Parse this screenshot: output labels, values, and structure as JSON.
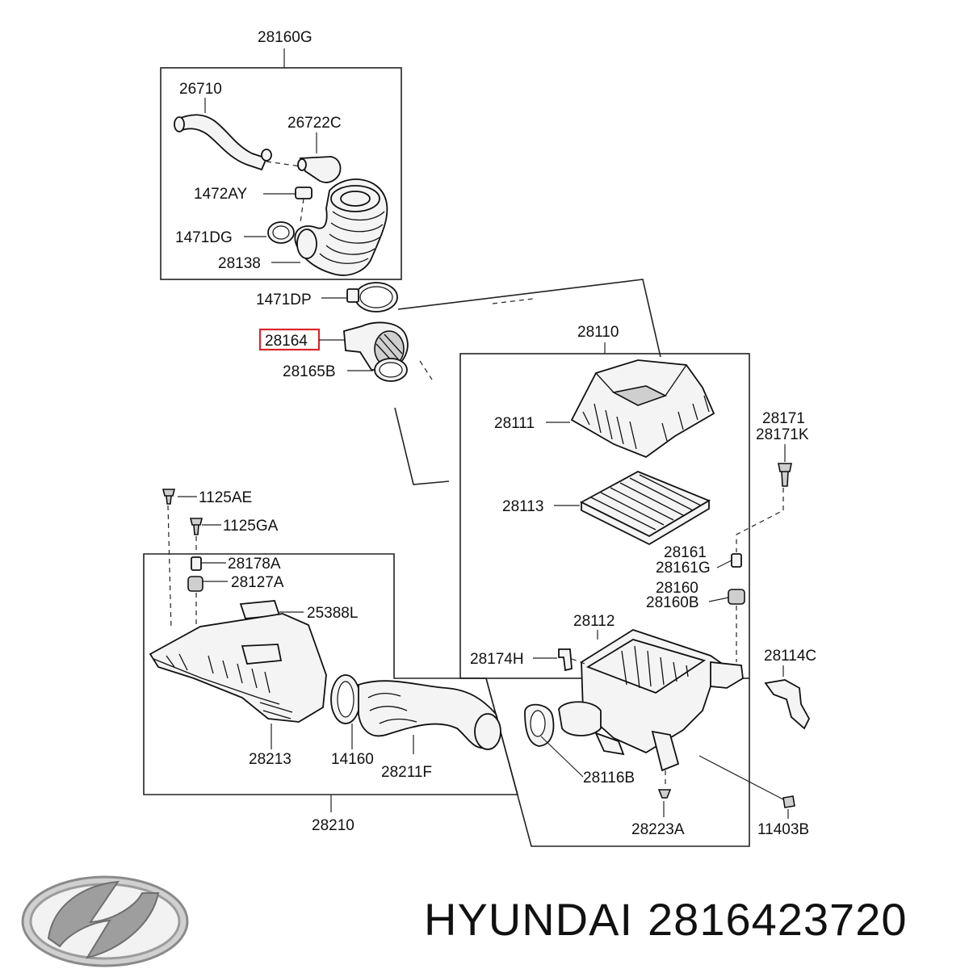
{
  "labels": {
    "assy_top": "28160G",
    "hose_26710": "26710",
    "valve_26722C": "26722C",
    "clip_1472AY": "1472AY",
    "clamp_1471DG": "1471DG",
    "hose_28138": "28138",
    "clamp_1471DP": "1471DP",
    "sensor_28164": "28164",
    "gasket_28165B": "28165B",
    "assy_28110": "28110",
    "cover_28111": "28111",
    "filter_28113": "28113",
    "bolt_28171": "28171",
    "bolt_28171K": "28171K",
    "bush_28161": "28161",
    "bush_28161G": "28161G",
    "grommet_28160": "28160",
    "grommet_28160B": "28160B",
    "body_28112": "28112",
    "clip_28174H": "28174H",
    "bracket_28114C": "28114C",
    "bolt_1125AE": "1125AE",
    "bolt_1125GA": "1125GA",
    "bush_28178A": "28178A",
    "grommet_28127A": "28127A",
    "label_25388L": "25388L",
    "duct_28213": "28213",
    "clamp_14160": "14160",
    "hose_28211F": "28211F",
    "assy_28210": "28210",
    "seal_28116B": "28116B",
    "bolt_28223A": "28223A",
    "bolt_11403B": "11403B"
  },
  "brand": {
    "name": "HYUNDAI",
    "part_number": "2816423720",
    "logo_icon": "hyundai-logo-icon"
  },
  "highlight_color": "#d9262c"
}
